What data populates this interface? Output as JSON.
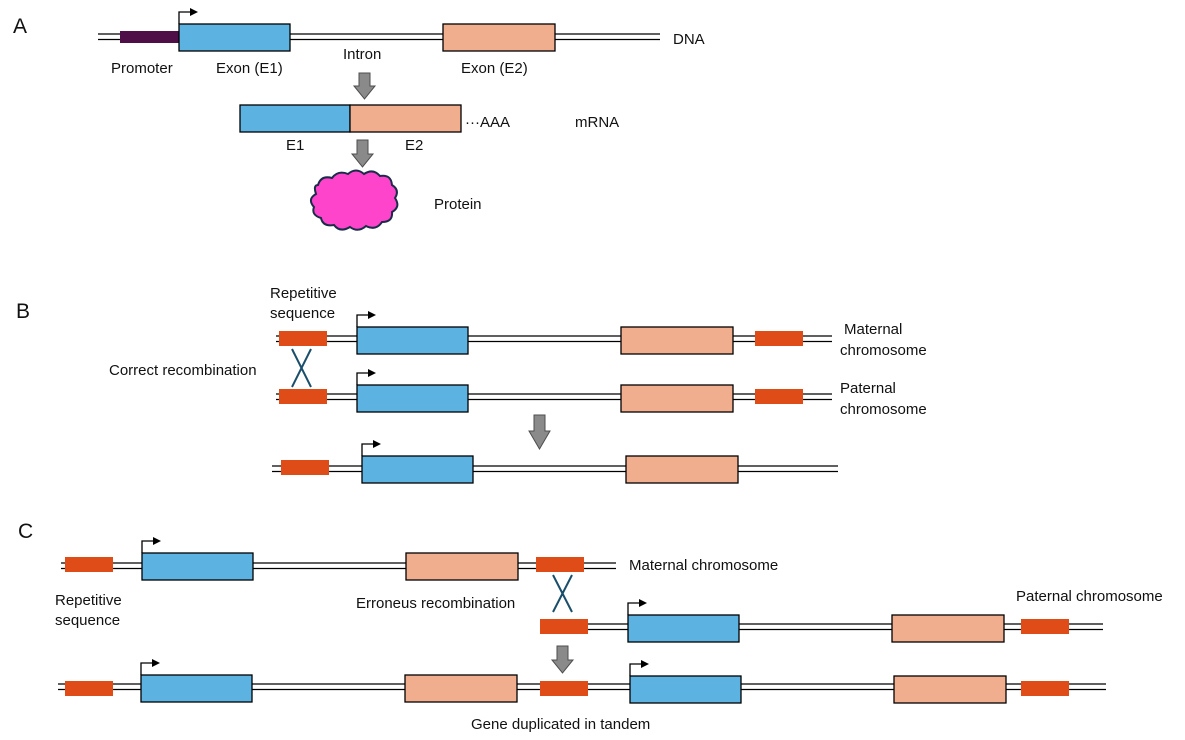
{
  "figure": {
    "panels": {
      "A": {
        "label": "A",
        "promoter_label": "Promoter",
        "exon1_label": "Exon (E1)",
        "intron_label": "Intron",
        "exon2_label": "Exon (E2)",
        "dna_label": "DNA",
        "mrna_e1_label": "E1",
        "mrna_e2_label": "E2",
        "polya_label": "···AAA",
        "mrna_label": "mRNA",
        "protein_label": "Protein"
      },
      "B": {
        "label": "B",
        "repetitive_label_line1": "Repetitive",
        "repetitive_label_line2": "sequence",
        "recombination_label": "Correct recombination",
        "maternal_line1": "Maternal",
        "maternal_line2": "chromosome",
        "paternal_line1": "Paternal",
        "paternal_line2": "chromosome"
      },
      "C": {
        "label": "C",
        "repetitive_label_line1": "Repetitive",
        "repetitive_label_line2": "sequence",
        "recombination_label": "Erroneus recombination",
        "maternal_label": "Maternal chromosome",
        "paternal_label": "Paternal chromosome",
        "result_label": "Gene duplicated in tandem"
      }
    },
    "colors": {
      "exon1": "#5cb3e1",
      "exon2": "#f0ae8e",
      "repetitive": "#e04c17",
      "promoter": "#4e0e48",
      "protein": "#ff44cc",
      "crossover": "#1a4e6a",
      "process_arrow": "#8a8a8a"
    }
  }
}
